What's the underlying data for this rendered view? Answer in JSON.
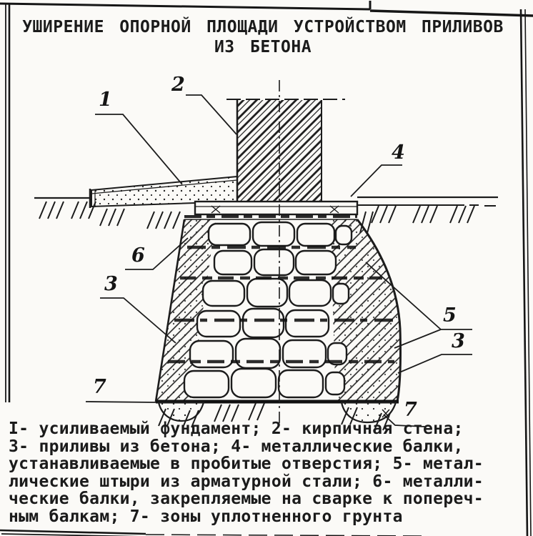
{
  "colors": {
    "paper": "#fbfaf7",
    "ink": "#1c1c1c"
  },
  "title": {
    "line1": "УШИРЕНИЕ ОПОРНОЙ ПЛОЩАДИ УСТРОЙСТВОМ ПРИЛИВОВ",
    "line2": "ИЗ БЕТОНА"
  },
  "figure": {
    "callouts": {
      "c1": "1",
      "c2": "2",
      "c3_left": "3",
      "c3_right": "3",
      "c4": "4",
      "c5": "5",
      "c6": "6",
      "c7_left": "7",
      "c7_right": "7"
    }
  },
  "legend": {
    "lines": [
      "I- усиливаемый фундамент; 2- кирпичная стена;",
      "3- приливы из бетона; 4- металлические балки,",
      "устанавливаемые в пробитые отверстия; 5- метал-",
      "лические штыри из арматурной стали; 6- металли-",
      "ческие балки, закрепляемые на сварке к попереч-",
      "ным балкам; 7- зоны уплотненного грунта"
    ]
  }
}
